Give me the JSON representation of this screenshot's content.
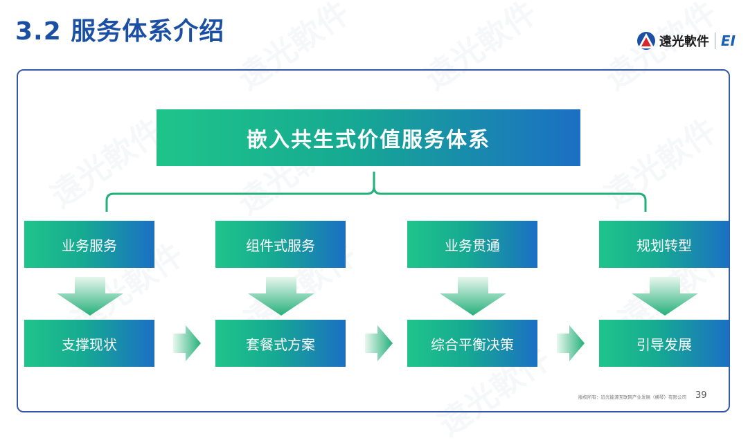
{
  "header": {
    "title": "3.2 服务体系介绍"
  },
  "logo": {
    "name": "遠光軟件",
    "sub": "EI"
  },
  "watermark": "遠光軟件",
  "main": {
    "center_box": "嵌入共生式价值服务体系",
    "services": [
      "业务服务",
      "组件式服务",
      "业务贯通",
      "规划转型"
    ],
    "outcomes": [
      "支撑现状",
      "套餐式方案",
      "综合平衡决策",
      "引导发展"
    ]
  },
  "footer": {
    "copyright": "版权所有：远光能源互联网产业发展（横琴）有限公司",
    "page_number": "39"
  },
  "colors": {
    "gradient_start": "#1fc48a",
    "gradient_end": "#1b6fc4",
    "title": "#1a4fa3",
    "frame": "#3557a8",
    "bracket": "#22b07a"
  }
}
